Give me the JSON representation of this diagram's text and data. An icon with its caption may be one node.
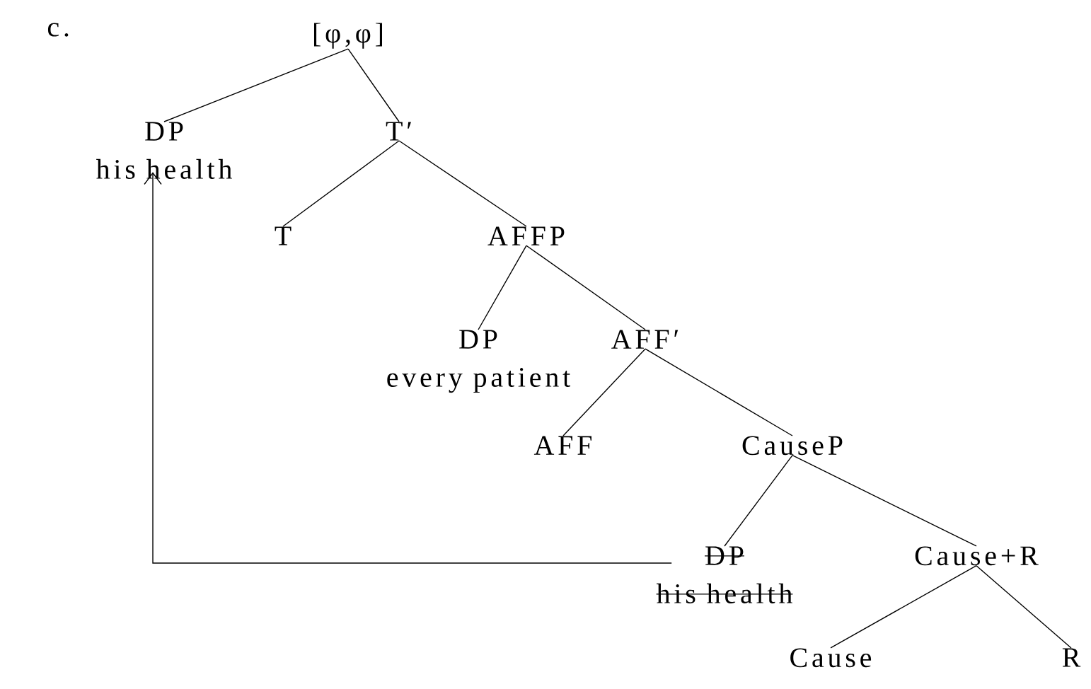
{
  "diagram": {
    "nodes": [
      {
        "text": [
          "[φ,φ]"
        ]
      },
      {
        "text": [
          "DP",
          "his health"
        ]
      },
      {
        "text": [
          "T′"
        ]
      },
      {
        "text": [
          "T"
        ]
      },
      {
        "text": [
          "AFFP"
        ]
      },
      {
        "text": [
          "DP",
          "every patient"
        ]
      },
      {
        "text": [
          "AFF′"
        ]
      },
      {
        "text": [
          "AFF"
        ]
      },
      {
        "text": [
          "CauseP"
        ]
      },
      {
        "text": [
          "DP",
          "his health"
        ]
      },
      {
        "text": [
          "Cause+R"
        ]
      },
      {
        "text": [
          "Cause"
        ]
      },
      {
        "text": [
          "R"
        ]
      }
    ],
    "edges": [
      {
        "from": 0,
        "to": 1,
        "arrow": "none"
      },
      {
        "from": 0,
        "to": 2,
        "arrow": "none"
      },
      {
        "from": 2,
        "to": 3,
        "arrow": "none"
      },
      {
        "from": 2,
        "to": 4,
        "arrow": "none"
      },
      {
        "from": 4,
        "to": 5,
        "arrow": "none"
      },
      {
        "from": 4,
        "to": 6,
        "arrow": "none"
      },
      {
        "from": 6,
        "to": 7,
        "arrow": "none"
      },
      {
        "from": 6,
        "to": 8,
        "arrow": "none"
      },
      {
        "from": 8,
        "to": 9,
        "arrow": "none"
      },
      {
        "from": 8,
        "to": 10,
        "arrow": "none"
      },
      {
        "from": 10,
        "to": 11,
        "arrow": "none"
      },
      {
        "from": 10,
        "to": 12,
        "arrow": "none"
      },
      {
        "from": 9,
        "to": 1,
        "arrow": "to"
      }
    ],
    "labels": [
      "c."
    ]
  }
}
